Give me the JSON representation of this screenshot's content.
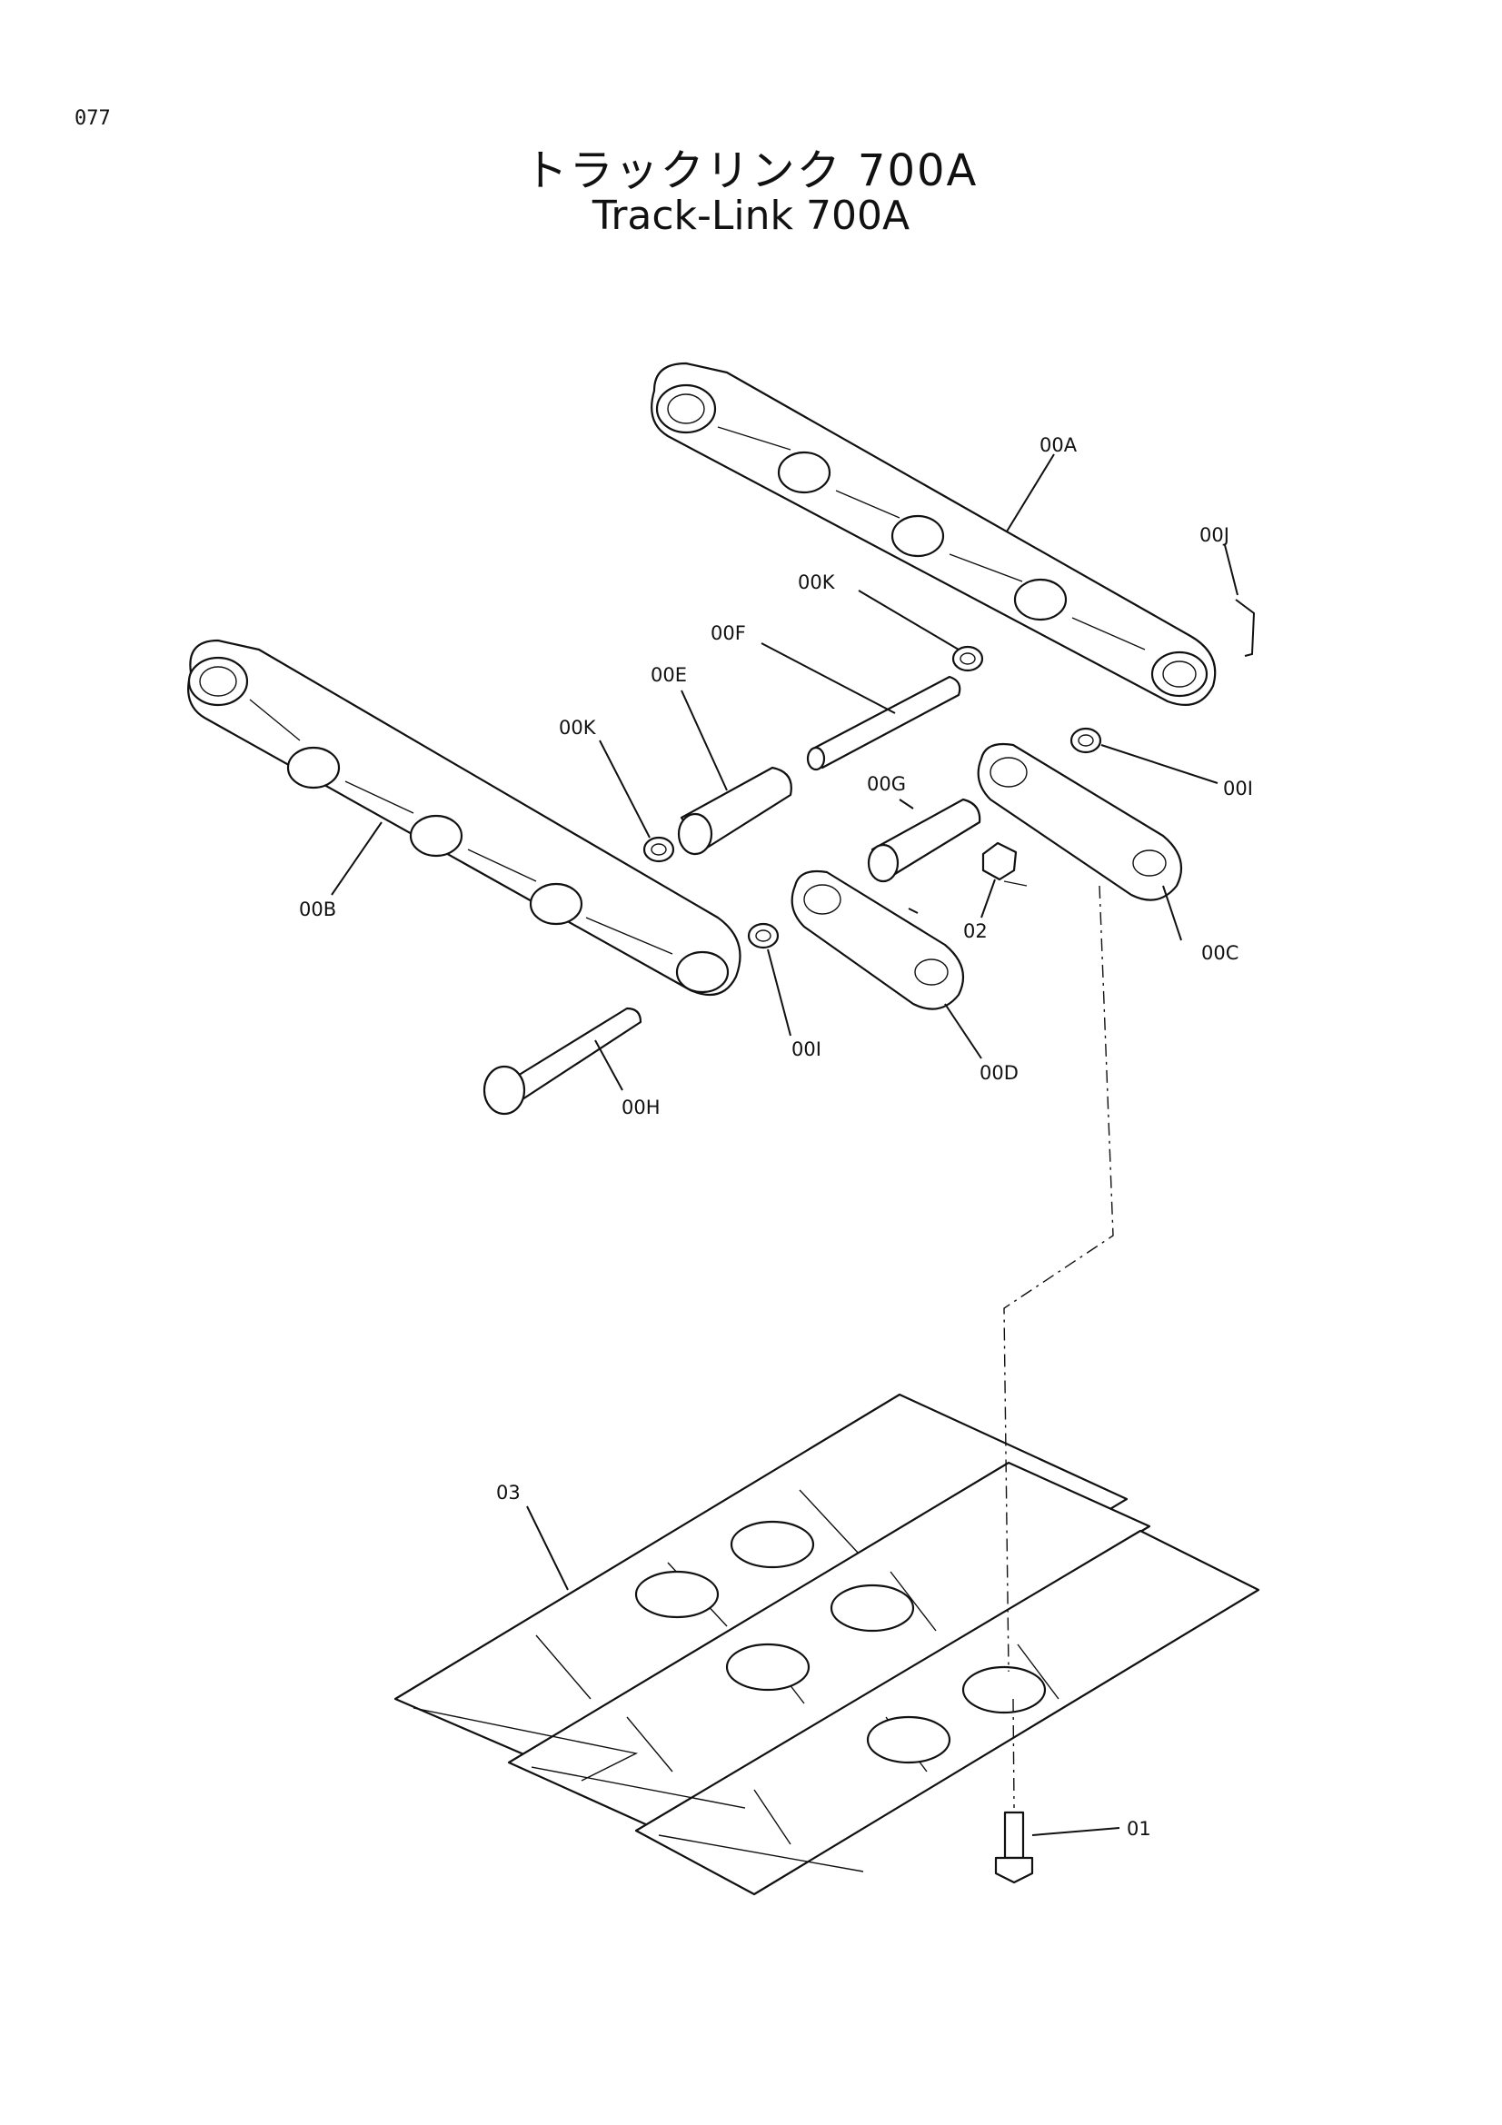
{
  "page": {
    "number": "077"
  },
  "title": {
    "ja": "トラックリンク 700A",
    "en": "Track-Link 700A"
  },
  "callouts": {
    "c00A": "00A",
    "c00J": "00J",
    "c00K_top": "00K",
    "c00F": "00F",
    "c00E": "00E",
    "c00K_left": "00K",
    "c00I_right": "00I",
    "c00G": "00G",
    "c02": "02",
    "c00B": "00B",
    "c00C": "00C",
    "c00I_mid": "00I",
    "c00D": "00D",
    "c00H": "00H",
    "c03": "03",
    "c01": "01"
  }
}
